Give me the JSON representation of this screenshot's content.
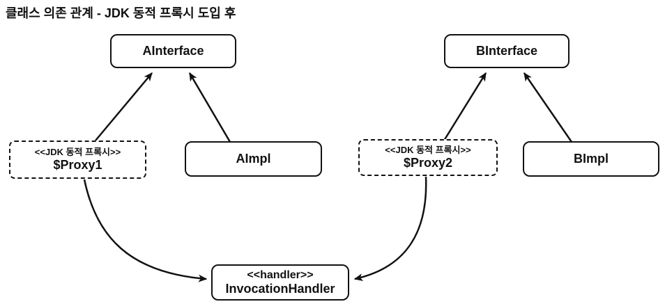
{
  "title": "클래스 의존 관계 - JDK 동적 프록시 도입 후",
  "nodes": {
    "a_interface": {
      "label": "AInterface"
    },
    "b_interface": {
      "label": "BInterface"
    },
    "proxy1": {
      "stereotype": "<<JDK 동적 프록시>>",
      "label": "$Proxy1"
    },
    "a_impl": {
      "label": "AImpl"
    },
    "proxy2": {
      "stereotype": "<<JDK 동적 프록시>>",
      "label": "$Proxy2"
    },
    "b_impl": {
      "label": "BImpl"
    },
    "handler": {
      "stereotype": "<<handler>>",
      "label": "InvocationHandler"
    }
  },
  "edges": [
    {
      "from": "$Proxy1",
      "to": "AInterface",
      "style": "straight-solid-arrow"
    },
    {
      "from": "AImpl",
      "to": "AInterface",
      "style": "straight-solid-arrow"
    },
    {
      "from": "$Proxy2",
      "to": "BInterface",
      "style": "straight-solid-arrow"
    },
    {
      "from": "BImpl",
      "to": "BInterface",
      "style": "straight-solid-arrow"
    },
    {
      "from": "$Proxy1",
      "to": "InvocationHandler",
      "style": "curved-solid-arrow"
    },
    {
      "from": "$Proxy2",
      "to": "InvocationHandler",
      "style": "curved-solid-arrow"
    }
  ],
  "colors": {
    "background": "#ffffff",
    "stroke": "#111111",
    "text": "#111111"
  }
}
